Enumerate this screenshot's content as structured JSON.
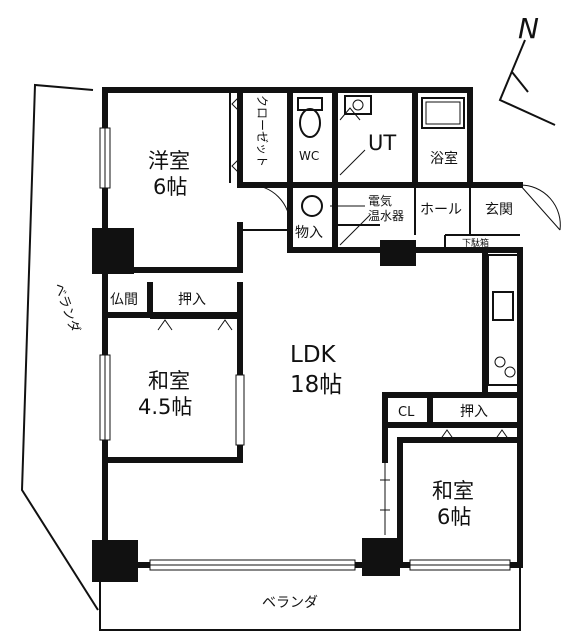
{
  "compass": {
    "label": "N"
  },
  "rooms": {
    "western": {
      "name": "洋室",
      "size": "6帖"
    },
    "closet": {
      "label": "クローゼット"
    },
    "wc": {
      "label": "WC"
    },
    "ut": {
      "label": "UT"
    },
    "bath": {
      "label": "浴室"
    },
    "storage": {
      "label": "物入"
    },
    "water_heater": {
      "line1": "電気",
      "line2": "温水器"
    },
    "hall": {
      "label": "ホール"
    },
    "entrance": {
      "label": "玄関"
    },
    "shoe_box": {
      "label": "下駄箱"
    },
    "altar": {
      "label": "仏間"
    },
    "oshiire_left": {
      "label": "押入"
    },
    "ldk": {
      "name": "LDK",
      "size": "18帖"
    },
    "japanese_small": {
      "name": "和室",
      "size": "4.5帖"
    },
    "cl": {
      "label": "CL"
    },
    "oshiire_right": {
      "label": "押入"
    },
    "japanese_large": {
      "name": "和室",
      "size": "6帖"
    }
  },
  "balcony": {
    "left": "ベランダ",
    "bottom": "ベランダ"
  }
}
